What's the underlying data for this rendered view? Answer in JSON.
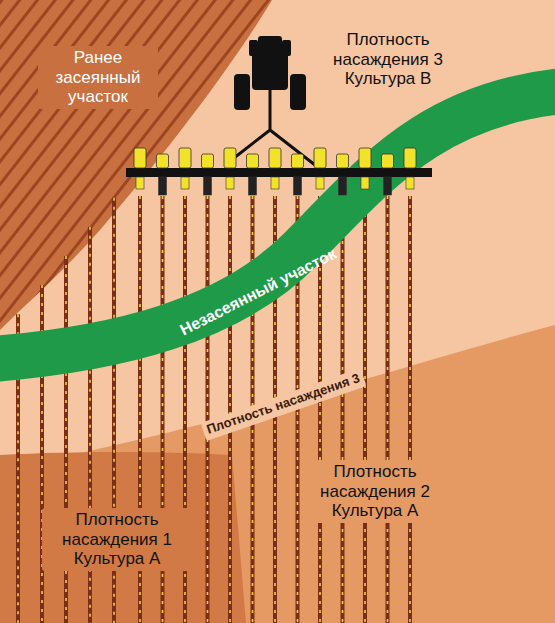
{
  "diagram": {
    "labels": [
      "Ранее засеянный участок",
      "Плотность насаждения 3 Культура В",
      "Незасеянный участок",
      "Плотность насаждения 3",
      "Плотность насаждения 2 Культура А",
      "Плотность насаждения 1 Культура А"
    ]
  }
}
